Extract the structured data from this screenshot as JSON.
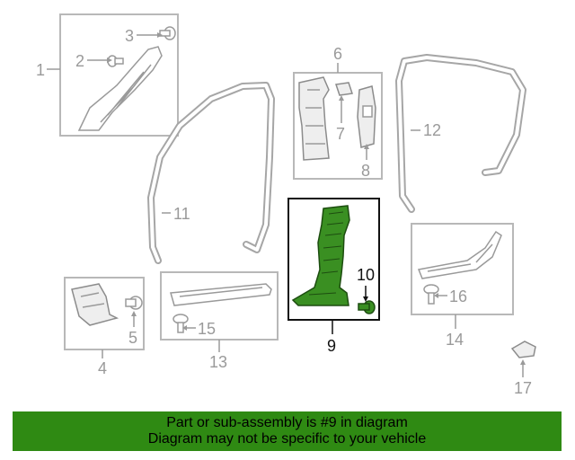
{
  "callouts": {
    "c1": "1",
    "c2": "2",
    "c3": "3",
    "c4": "4",
    "c5": "5",
    "c6": "6",
    "c7": "7",
    "c8": "8",
    "c9": "9",
    "c10": "10",
    "c11": "11",
    "c12": "12",
    "c13": "13",
    "c14": "14",
    "c15": "15",
    "c16": "16",
    "c17": "17"
  },
  "highlight": {
    "part_number": "9",
    "color": "#3a8f22"
  },
  "banner": {
    "line1": "Part or sub-assembly is #9 in diagram",
    "line2": "Diagram may not be specific to your vehicle",
    "background": "#2f8a13"
  }
}
